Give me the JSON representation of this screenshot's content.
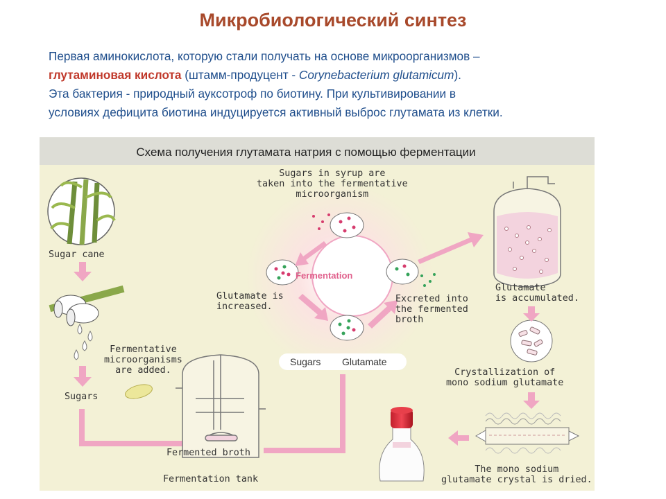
{
  "title": "Микробиологический синтез",
  "intro": {
    "l1": "Первая аминокислота, которую стали получать на основе микроорганизмов –",
    "l2_hl": "глутаминовая кислота",
    "l2_a": " (штамм-продуцент  - ",
    "l2_it": "Corynebacterium glutamicum",
    "l2_b": ").",
    "l3": "Эта бактерия - природный ауксотроф по биотину. При культивировании в",
    "l4": "условиях дефицита биотина индуцируется активный выброс глутамата из клетки."
  },
  "diagram": {
    "caption": "Схема получения глутамата натрия с помощью ферментации",
    "sugar_cane": "Sugar cane",
    "sugars": "Sugars",
    "fermentative": "Fermentative\nmicroorganisms\nare added.",
    "fermented_broth": "Fermented broth",
    "fermentation_tank": "Fermentation tank",
    "sugars_syrup": "Sugars in syrup are\ntaken into the fermentative\nmicroorganism",
    "fermentation": "Fermentation",
    "glutamate_increased": "Glutamate is\nincreased.",
    "excreted": "Excreted into\nthe fermented\nbroth",
    "legend_sugars": "Sugars",
    "legend_glutamate": "Glutamate",
    "glutamate_accumulated": "Glutamate\nis accumulated.",
    "crystallization": "Crystallization of\nmono sodium glutamate",
    "dried": "The mono sodium\nglutamate crystal is dried."
  },
  "colors": {
    "title": "#a8492b",
    "text": "#1f4e8c",
    "highlight": "#c0392b",
    "arrow": "#f0a6c3",
    "sugar_dot": "#d63c6e",
    "glutamate_dot": "#35a35a"
  }
}
